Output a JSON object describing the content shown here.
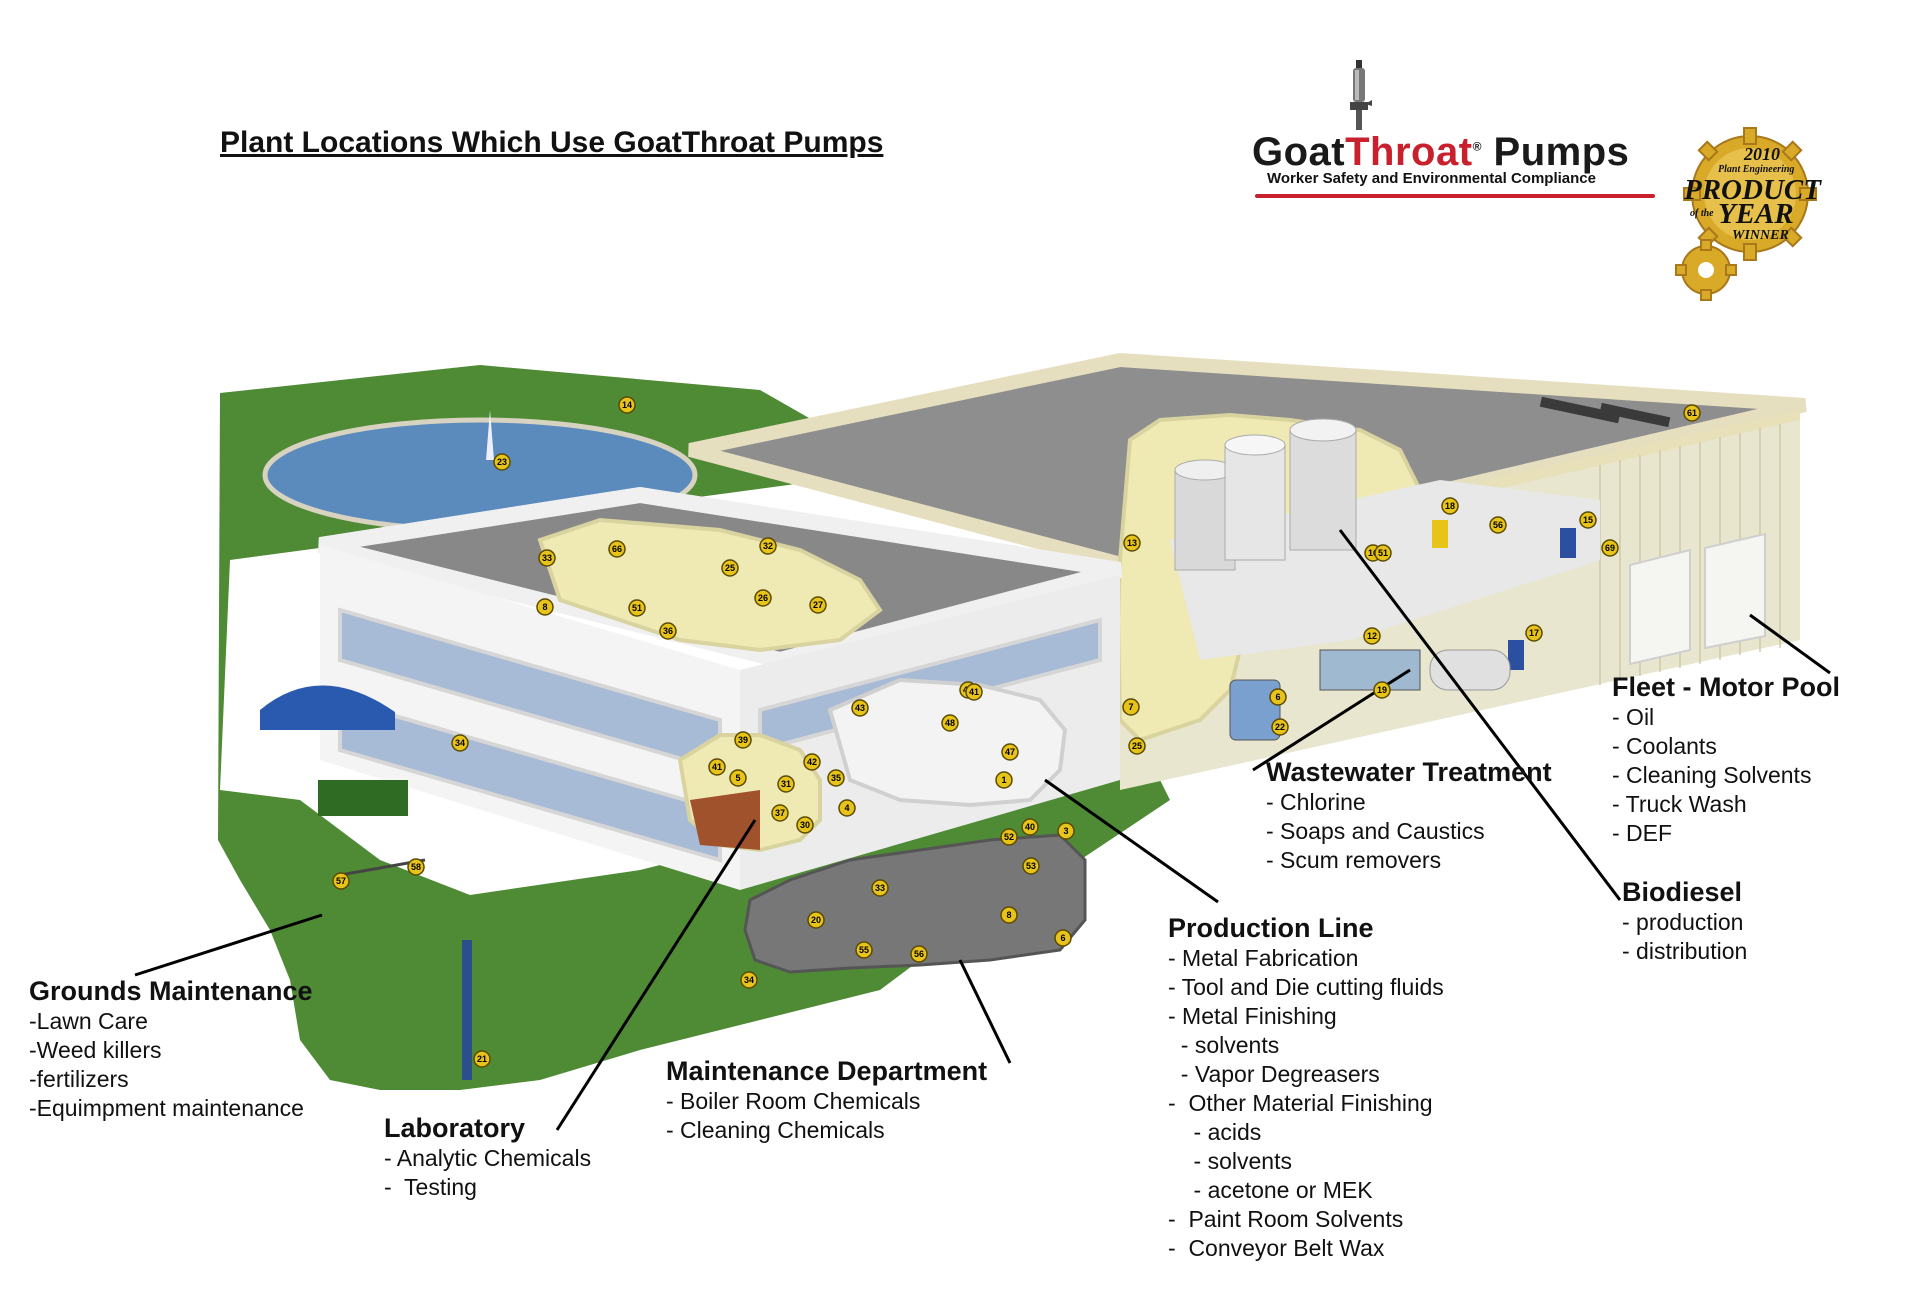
{
  "title": "Plant Locations Which Use GoatThroat Pumps",
  "logo": {
    "goat": "Goat",
    "throat": "Throat",
    "pumps": "Pumps",
    "trademark": "®",
    "tagline": "Worker Safety and Environmental Compliance"
  },
  "award": {
    "year": "2010",
    "publication": "Plant Engineering",
    "product": "PRODUCT",
    "of_the": "of the",
    "year_word": "YEAR",
    "winner": "WINNER"
  },
  "colors": {
    "brand_red": "#c8202c",
    "grass": "#4f8a35",
    "pond": "#4f7fb0",
    "roof": "#8e8e8e",
    "wall": "#f2f2f2",
    "cutaway": "#efeab4",
    "marker": "#e8c41a"
  },
  "markers": [
    "14",
    "23",
    "33",
    "66",
    "32",
    "25",
    "8",
    "51",
    "36",
    "26",
    "27",
    "34",
    "43",
    "42",
    "41",
    "48",
    "47",
    "1",
    "39",
    "41",
    "31",
    "42",
    "35",
    "37",
    "30",
    "4",
    "5",
    "57",
    "58",
    "21",
    "20",
    "34",
    "33",
    "55",
    "56",
    "8",
    "6",
    "3",
    "40",
    "52",
    "53",
    "18",
    "13",
    "16",
    "51",
    "56",
    "15",
    "69",
    "17",
    "12",
    "19",
    "7",
    "6",
    "22",
    "25",
    "61"
  ],
  "callouts": {
    "grounds": {
      "title": "Grounds Maintenance",
      "items": [
        "-Lawn Care",
        "-Weed killers",
        "-fertilizers",
        "-Equimpment maintenance"
      ]
    },
    "laboratory": {
      "title": "Laboratory",
      "items": [
        "- Analytic Chemicals",
        "-  Testing"
      ]
    },
    "maintenance": {
      "title": "Maintenance Department",
      "items": [
        "- Boiler Room Chemicals",
        "- Cleaning Chemicals"
      ]
    },
    "production": {
      "title": "Production Line",
      "items": [
        "- Metal Fabrication",
        "- Tool and Die cutting fluids",
        "- Metal Finishing",
        "  - solvents",
        "  - Vapor Degreasers",
        "-  Other Material Finishing",
        "    - acids",
        "    - solvents",
        "    - acetone or MEK",
        "-  Paint Room Solvents",
        "-  Conveyor Belt Wax"
      ]
    },
    "wastewater": {
      "title": "Wastewater Treatment",
      "items": [
        "- Chlorine",
        "- Soaps and Caustics",
        "- Scum removers"
      ]
    },
    "fleet": {
      "title": "Fleet - Motor Pool",
      "items": [
        "- Oil",
        "- Coolants",
        "- Cleaning Solvents",
        "- Truck Wash",
        "- DEF"
      ]
    },
    "biodiesel": {
      "title": "Biodiesel",
      "items": [
        "- production",
        "- distribution"
      ]
    }
  }
}
